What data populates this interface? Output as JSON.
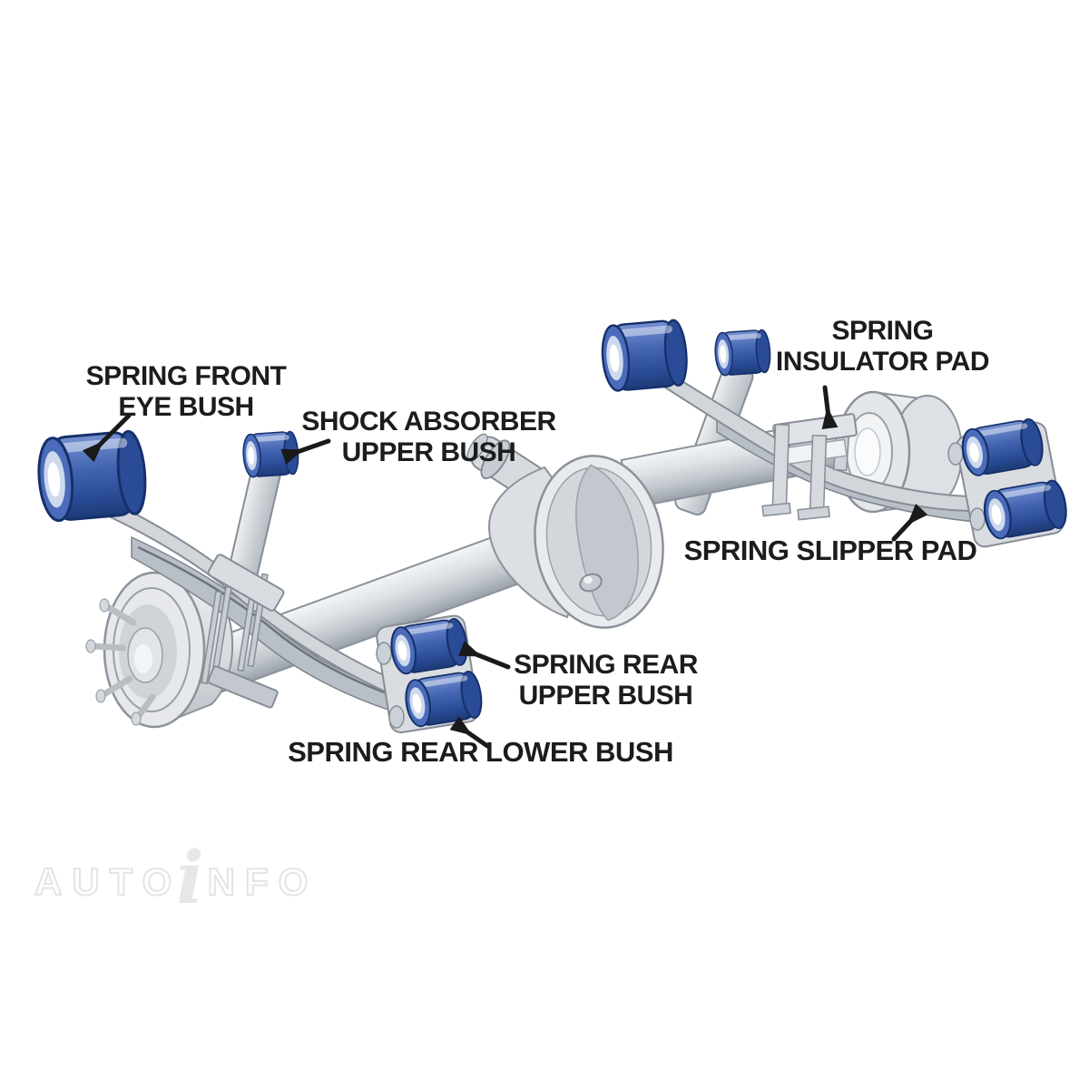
{
  "domain": "Diagram",
  "title": "Rear leaf spring suspension bush locations diagram",
  "labels": {
    "spring_front_eye_bush": {
      "line1": "SPRING FRONT",
      "line2": "EYE BUSH"
    },
    "shock_absorber_upper_bush": {
      "line1": "SHOCK ABSORBER",
      "line2": "UPPER BUSH"
    },
    "spring_insulator_pad": {
      "line1": "SPRING",
      "line2": "INSULATOR PAD"
    },
    "spring_slipper_pad": {
      "text": "SPRING SLIPPER PAD"
    },
    "spring_rear_upper_bush": {
      "line1": "SPRING REAR",
      "line2": "UPPER BUSH"
    },
    "spring_rear_lower_bush": {
      "text": "SPRING REAR LOWER BUSH"
    }
  },
  "watermark": {
    "prefix": "AUTO",
    "accent": "i",
    "suffix": "NFO"
  },
  "colors": {
    "background": "#ffffff",
    "label_text": "#1c1c1e",
    "leader_line": "#1a1a1a",
    "bush_blue": "#3a5fae",
    "bush_blue_dark": "#1e3c78",
    "bush_blue_light": "#7490d2",
    "metal_light": "#e8eaed",
    "metal_mid": "#ccd1d7",
    "metal_dark": "#9aa1a9",
    "outline_gray": "#868d96",
    "watermark_gray": "#e4e4e4"
  },
  "parts": [
    "leaf-spring-left",
    "leaf-spring-right",
    "axle-tube",
    "differential-housing",
    "pinion-snout",
    "brake-drum-left",
    "brake-drum-right",
    "shock-absorber-left",
    "shock-absorber-right",
    "spring-front-eye-bush-left",
    "spring-front-eye-bush-right",
    "shock-upper-bush-left",
    "shock-upper-bush-right",
    "shackle-left",
    "shackle-right",
    "spring-rear-upper-bush",
    "spring-rear-lower-bush",
    "u-bolt-clamp",
    "insulator-clamp-bracket",
    "spring-insulator-pad",
    "spring-slipper-pad"
  ]
}
